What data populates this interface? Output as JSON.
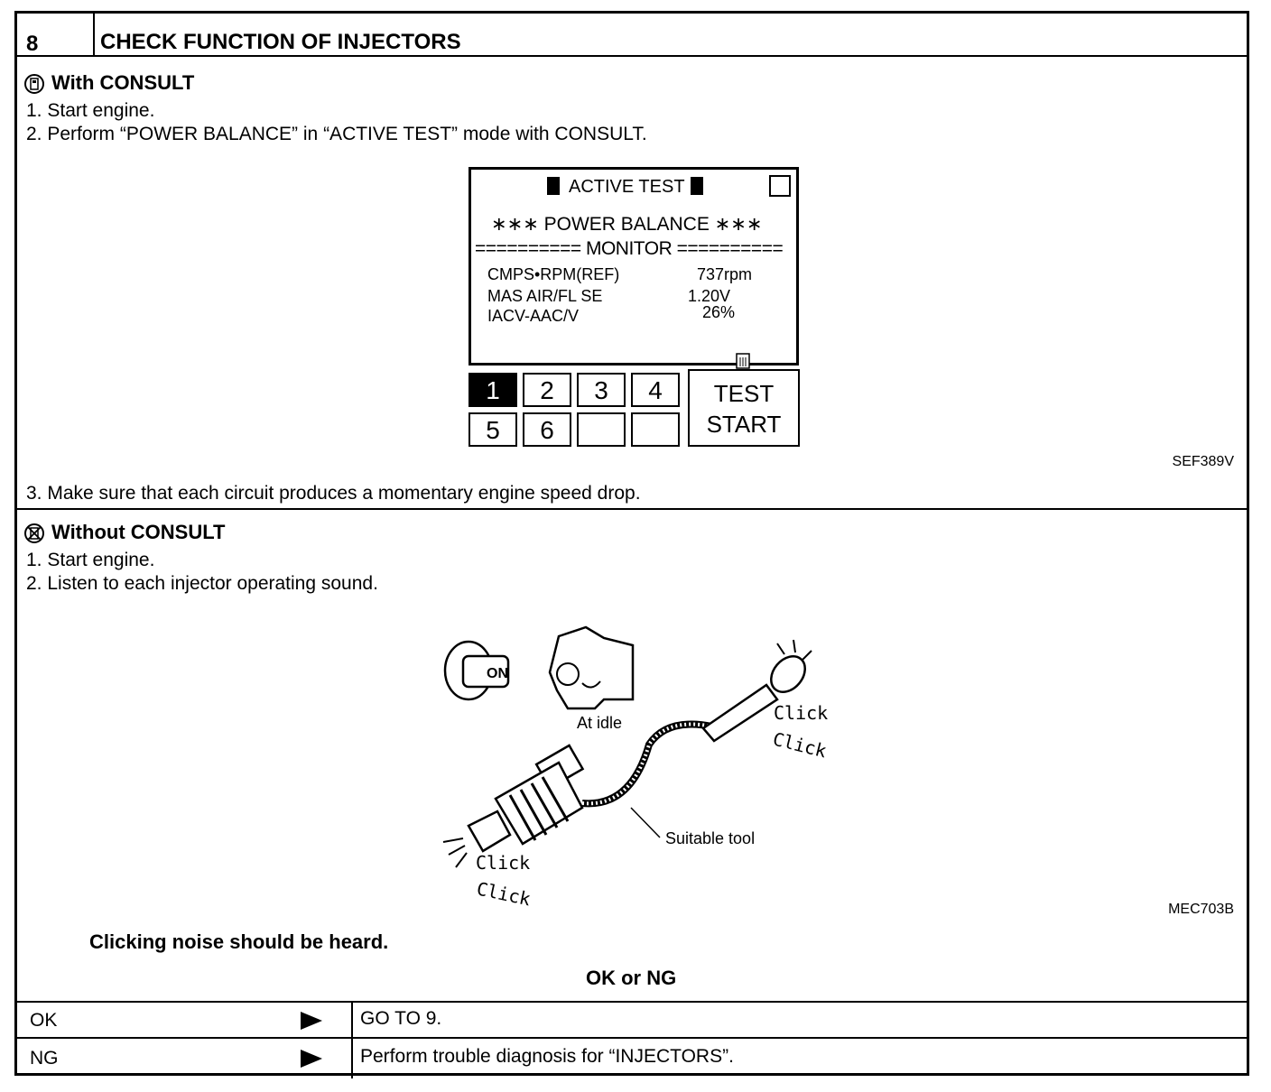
{
  "step": {
    "number": "8",
    "title": "CHECK FUNCTION OF INJECTORS"
  },
  "with_consult": {
    "heading": "With CONSULT",
    "steps": [
      "1.  Start engine.",
      "2.  Perform “POWER BALANCE” in “ACTIVE TEST” mode with CONSULT.",
      "3.  Make sure that each circuit produces a momentary engine speed drop."
    ],
    "screen": {
      "header": "ACTIVE TEST",
      "subtitle": "∗∗∗  POWER BALANCE  ∗∗∗",
      "monitor": "========== MONITOR ==========",
      "rows": [
        {
          "label": "CMPS•RPM(REF)",
          "value": "737rpm"
        },
        {
          "label": "MAS AIR/FL SE",
          "value": "1.20V"
        },
        {
          "label": "IACV-AAC/V",
          "value": "26%"
        }
      ],
      "keys": [
        "1",
        "2",
        "3",
        "4",
        "5",
        "6",
        "",
        ""
      ],
      "selected_key": "1",
      "test_button": [
        "TEST",
        "START"
      ]
    },
    "figure_code": "SEF389V"
  },
  "without_consult": {
    "heading": "Without CONSULT",
    "steps": [
      "1.  Start engine.",
      "2.  Listen to each injector operating sound."
    ],
    "illustration": {
      "key_label": "ON",
      "engine_label": "At idle",
      "tool_label": "Suitable tool",
      "click_text": [
        "Click",
        "Click"
      ]
    },
    "figure_code": "MEC703B",
    "note": "Clicking noise should be heard."
  },
  "result": {
    "heading": "OK or NG",
    "rows": [
      {
        "status": "OK",
        "action": "GO TO 9."
      },
      {
        "status": "NG",
        "action": "Perform trouble diagnosis for “INJECTORS”."
      }
    ]
  }
}
